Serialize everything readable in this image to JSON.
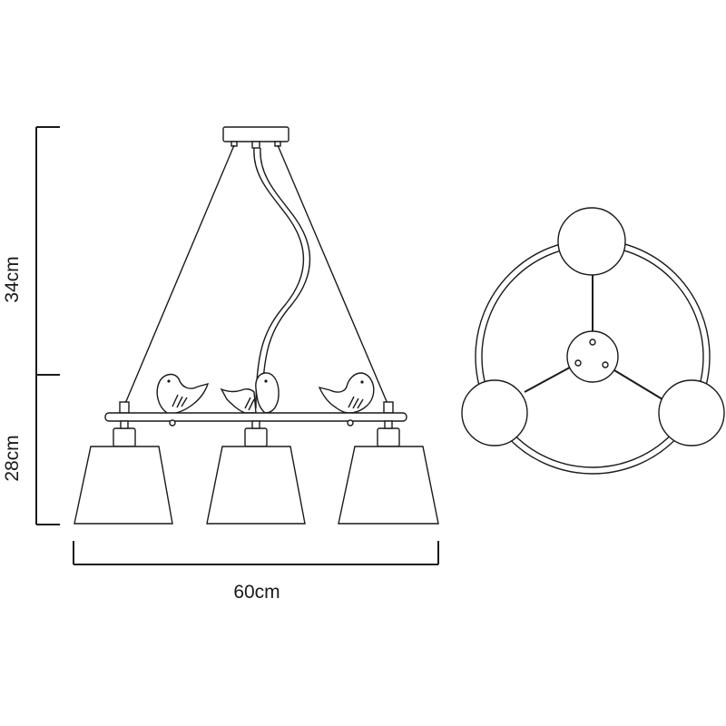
{
  "dimensions": {
    "upper_height": "34cm",
    "lower_height": "28cm",
    "width": "60cm"
  },
  "colors": {
    "line": "#1a1a1a",
    "background": "#ffffff"
  }
}
